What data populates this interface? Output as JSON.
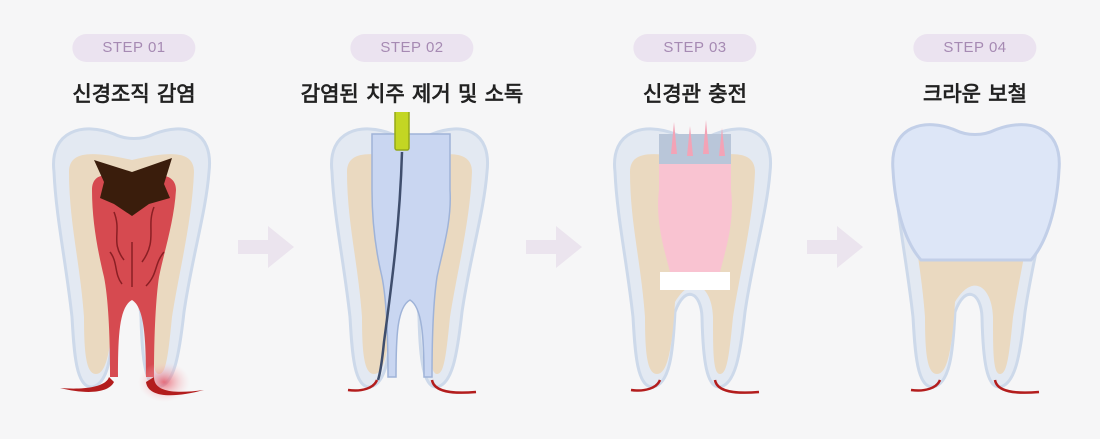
{
  "steps": [
    {
      "badge": "STEP 01",
      "title": "신경조직 감염"
    },
    {
      "badge": "STEP 02",
      "title": "감염된 치주 제거 및 소독"
    },
    {
      "badge": "STEP 03",
      "title": "신경관 충전"
    },
    {
      "badge": "STEP 04",
      "title": "크라운 보철"
    }
  ],
  "colors": {
    "badge_bg": "#ebe3f0",
    "badge_text": "#a68ab3",
    "enamel": "#dfe6f1",
    "dentin": "#eadbc3",
    "pulp_infected": "#d64a50",
    "decay": "#3a1d0c",
    "canal_filled": "#f9c3d1",
    "crown": "#dde6f7",
    "arrow": "#ebe4ee"
  }
}
